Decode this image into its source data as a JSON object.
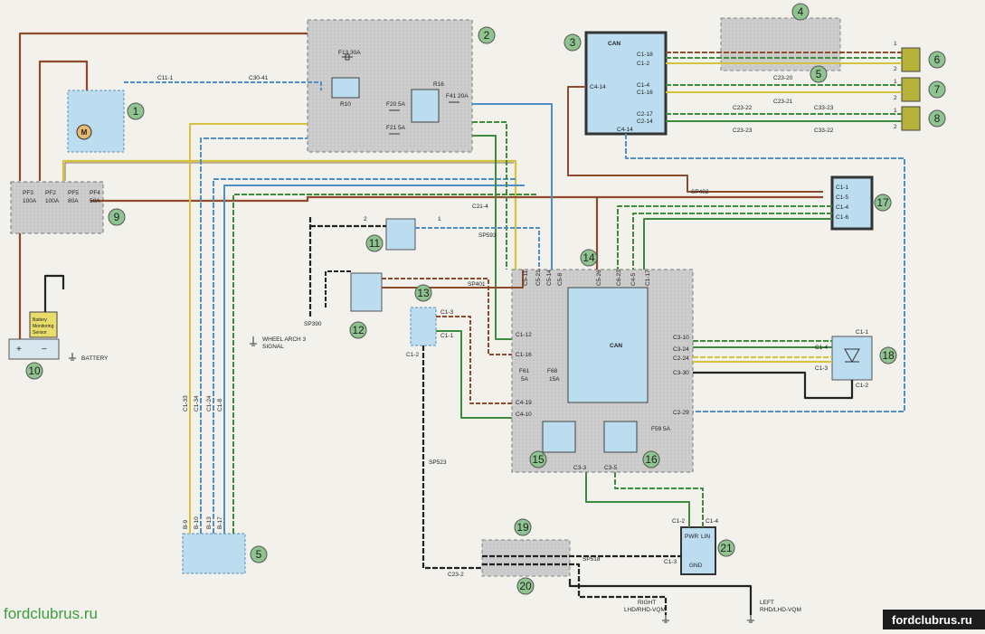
{
  "components": [
    {
      "num": "1"
    },
    {
      "num": "2"
    },
    {
      "num": "3"
    },
    {
      "num": "4"
    },
    {
      "num": "5"
    },
    {
      "num": "6"
    },
    {
      "num": "7"
    },
    {
      "num": "8"
    },
    {
      "num": "9"
    },
    {
      "num": "10"
    },
    {
      "num": "11"
    },
    {
      "num": "12"
    },
    {
      "num": "13"
    },
    {
      "num": "14"
    },
    {
      "num": "15"
    },
    {
      "num": "16"
    },
    {
      "num": "17"
    },
    {
      "num": "18"
    },
    {
      "num": "19"
    },
    {
      "num": "20"
    },
    {
      "num": "21"
    },
    {
      "num": "5"
    }
  ],
  "fuses": {
    "f13": "F13 30A",
    "f20": "F20 5A",
    "f21": "F21 5A",
    "f41": "F41 20A",
    "pf3": "PF3",
    "pf3v": "100A",
    "pf2": "PF2",
    "pf2v": "100A",
    "pf5": "PF5",
    "pf5v": "80A",
    "pf4": "PF4",
    "pf4v": "50A",
    "f61": "F61",
    "f61v": "5A",
    "f68": "F68",
    "f68v": "15A",
    "f59": "F59 5A"
  },
  "relays": {
    "r10": "R10",
    "r16": "R16"
  },
  "connectors": {
    "c11_1": "C11-1",
    "c30_41": "C30-41",
    "c1_18": "C1-18",
    "c1_2": "C1-2",
    "c1_4": "C1-4",
    "c1_16": "C1-16",
    "c2_17": "C2-17",
    "c2_14": "C2-14",
    "c4_14": "C4-14",
    "c4_14b": "C4-14",
    "c23_20": "C23-20",
    "c23_21": "C23-21",
    "c23_22": "C23-22",
    "c33_23": "C33-23",
    "c23_23": "C23-23",
    "c33_22": "C33-22",
    "c21_4": "C21-4",
    "sp402": "SP402",
    "sp593": "SP593",
    "sp401": "SP401",
    "sp390": "SP390",
    "sp523": "SP523",
    "sp518": "SP518",
    "c17_1": "C1-1",
    "c17_5": "C1-5",
    "c17_4": "C1-4",
    "c17_6": "C1-6",
    "c13_3": "C1-3",
    "c13_1": "C1-1",
    "c13_2": "C1-2",
    "m_c1_12": "C1-12",
    "m_c1_16": "C1-16",
    "m_c4_19": "C4-19",
    "m_c4_10": "C4-10",
    "m_c3_10": "C3-10",
    "m_c3_24": "C3-24",
    "m_c2_24": "C2-24",
    "m_c3_30": "C3-30",
    "m_c2_29": "C2-29",
    "m_c3_3": "C3-3",
    "m_c3_5": "C3-5",
    "c18_1": "C1-1",
    "c18_4": "C1-4",
    "c18_3": "C1-3",
    "c18_2": "C1-2",
    "c21_2": "C1-2",
    "c21_4b": "C1-4",
    "c21_3": "C1-3",
    "c23_2": "C23-2",
    "left_vert": [
      "C1-33",
      "C1-34",
      "C1-24",
      "C1-8"
    ],
    "bottom_vert": [
      "B-9",
      "B-10",
      "B-13",
      "B-17"
    ],
    "top14": [
      "C5-11",
      "C5-21",
      "C5-14",
      "C5-8"
    ],
    "top14b": [
      "C5-26",
      "C6-23",
      "C4-5",
      "C1-17"
    ]
  },
  "labels": {
    "can": "CAN",
    "pwr": "PWR",
    "lin": "LIN",
    "gnd": "GND",
    "battery": "BATTERY",
    "bms1": "Battery",
    "bms2": "Monitoring",
    "bms3": "Sensor",
    "wheel1": "WHEEL ARCH 3",
    "wheel2": "SIGNAL",
    "right1": "RIGHT",
    "right2": "LHD/RHD-VQM",
    "left1": "LEFT",
    "left2": "RHD/LHD-VQM",
    "motor": "M",
    "plus": "+",
    "minus": "−",
    "p2": "2",
    "p1": "1",
    "p3": "3",
    "p4": "4",
    "p5": "5",
    "p6": "6"
  },
  "watermarks": {
    "left": "fordclubrus.ru",
    "right": "fordclubrus.ru"
  },
  "colors": {
    "brown": "#8e4b2c",
    "blue": "#4f8fc9",
    "black": "#222222",
    "yellow": "#d5c23c",
    "green": "#3d8b3d",
    "white": "#ffffff",
    "grey_box": "#cfcfcf",
    "light_blue": "#bcdcf0",
    "label_circle": "#8fc38f"
  }
}
